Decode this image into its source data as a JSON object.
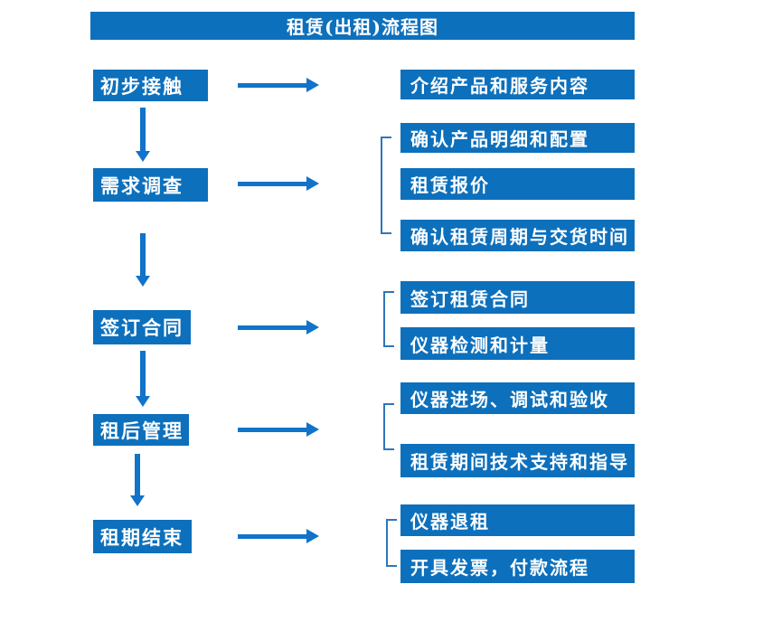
{
  "title": "租赁(出租)流程图",
  "colors": {
    "box_blue": "#0d70bc",
    "arrow_blue": "#1173c9",
    "bracket_blue": "#2f76b8",
    "text_white": "#ffffff",
    "background": "#ffffff"
  },
  "steps": [
    {
      "label": "初步接触",
      "details": [
        "介绍产品和服务内容"
      ]
    },
    {
      "label": "需求调查",
      "details": [
        "确认产品明细和配置",
        "租赁报价",
        "确认租赁周期与交货时间"
      ]
    },
    {
      "label": "签订合同",
      "details": [
        "签订租赁合同",
        "仪器检测和计量"
      ]
    },
    {
      "label": "租后管理",
      "details": [
        "仪器进场、调试和验收",
        "租赁期间技术支持和指导"
      ]
    },
    {
      "label": "租期结束",
      "details": [
        "仪器退租",
        "开具发票，付款流程"
      ]
    }
  ]
}
